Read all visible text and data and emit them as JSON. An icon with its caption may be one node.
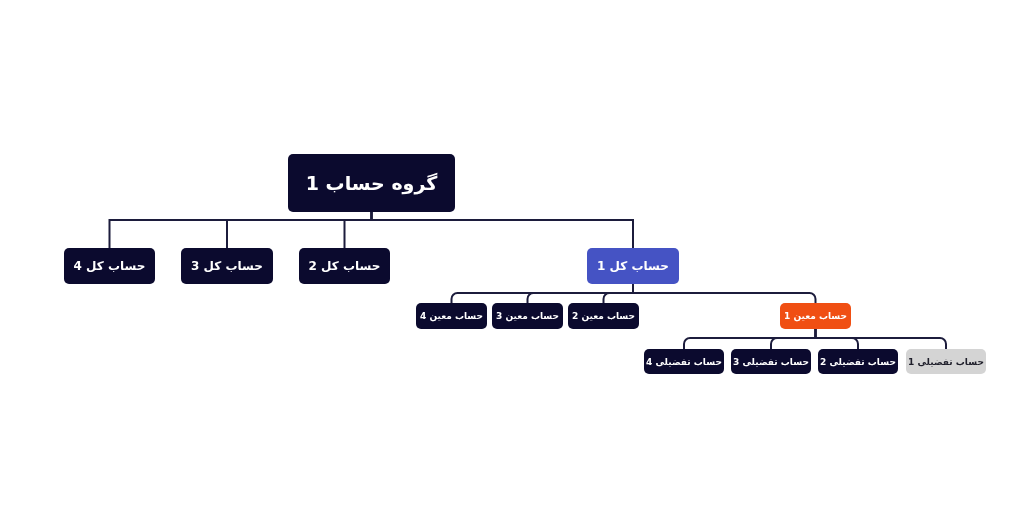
{
  "diagram": {
    "nodes": [
      {
        "text": [
          "گروه حساب 1"
        ]
      },
      {
        "text": [
          "حساب کل 1"
        ]
      },
      {
        "text": [
          "حساب کل 2"
        ]
      },
      {
        "text": [
          "حساب کل 3"
        ]
      },
      {
        "text": [
          "حساب کل 4"
        ]
      },
      {
        "text": [
          "حساب معین 1"
        ]
      },
      {
        "text": [
          "حساب معین 2"
        ]
      },
      {
        "text": [
          "حساب معین 3"
        ]
      },
      {
        "text": [
          "حساب معین 4"
        ]
      },
      {
        "text": [
          "حساب تفضیلی 1"
        ]
      },
      {
        "text": [
          "حساب تفضیلی 2"
        ]
      },
      {
        "text": [
          "حساب تفضیلی 3"
        ]
      },
      {
        "text": [
          "حساب تفضیلی 4"
        ]
      }
    ],
    "edges": [
      {
        "from": 0,
        "to": 1,
        "arrow": "none"
      },
      {
        "from": 0,
        "to": 2,
        "arrow": "none"
      },
      {
        "from": 0,
        "to": 3,
        "arrow": "none"
      },
      {
        "from": 0,
        "to": 4,
        "arrow": "none"
      },
      {
        "from": 1,
        "to": 5,
        "arrow": "none"
      },
      {
        "from": 1,
        "to": 6,
        "arrow": "none"
      },
      {
        "from": 1,
        "to": 7,
        "arrow": "none"
      },
      {
        "from": 1,
        "to": 8,
        "arrow": "none"
      },
      {
        "from": 5,
        "to": 9,
        "arrow": "none"
      },
      {
        "from": 5,
        "to": 10,
        "arrow": "none"
      },
      {
        "from": 5,
        "to": 11,
        "arrow": "none"
      },
      {
        "from": 5,
        "to": 12,
        "arrow": "none"
      }
    ]
  }
}
